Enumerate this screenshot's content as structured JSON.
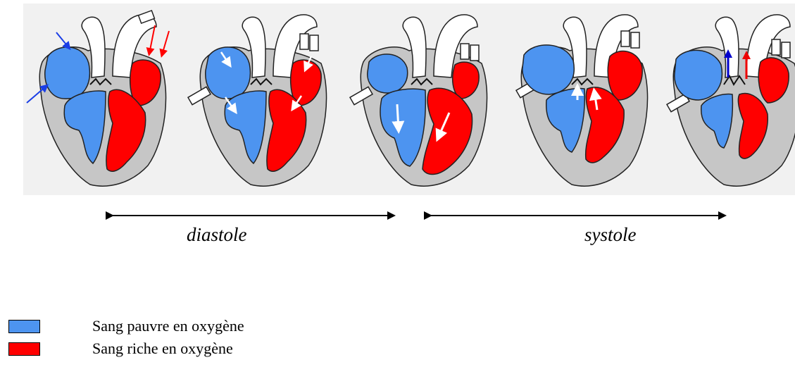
{
  "labels": {
    "diastole": "diastole",
    "systole": "systole"
  },
  "legend": {
    "items": [
      {
        "label": "Sang pauvre en oxygène",
        "color": "#4d94f0"
      },
      {
        "label": "Sang riche en oxygène",
        "color": "#ff0000"
      }
    ]
  },
  "colors": {
    "oxygen_poor": "#4d94f0",
    "oxygen_rich": "#ff0000",
    "heart_wall": "#c6c6c6",
    "background": "#f1f1f1",
    "arrow_flow": "#ffffff",
    "arrow_venous_in": "#1a3ee6",
    "arrow_arterial_in": "#ff0000",
    "arrow_pulmonary_out": "#0000cc",
    "arrow_aortic_out": "#ee0000"
  },
  "diagram": {
    "stages": [
      {
        "stage": 1,
        "phase": "diastole"
      },
      {
        "stage": 2,
        "phase": "diastole"
      },
      {
        "stage": 3,
        "phase": "diastole"
      },
      {
        "stage": 4,
        "phase": "systole"
      },
      {
        "stage": 5,
        "phase": "systole"
      }
    ]
  }
}
